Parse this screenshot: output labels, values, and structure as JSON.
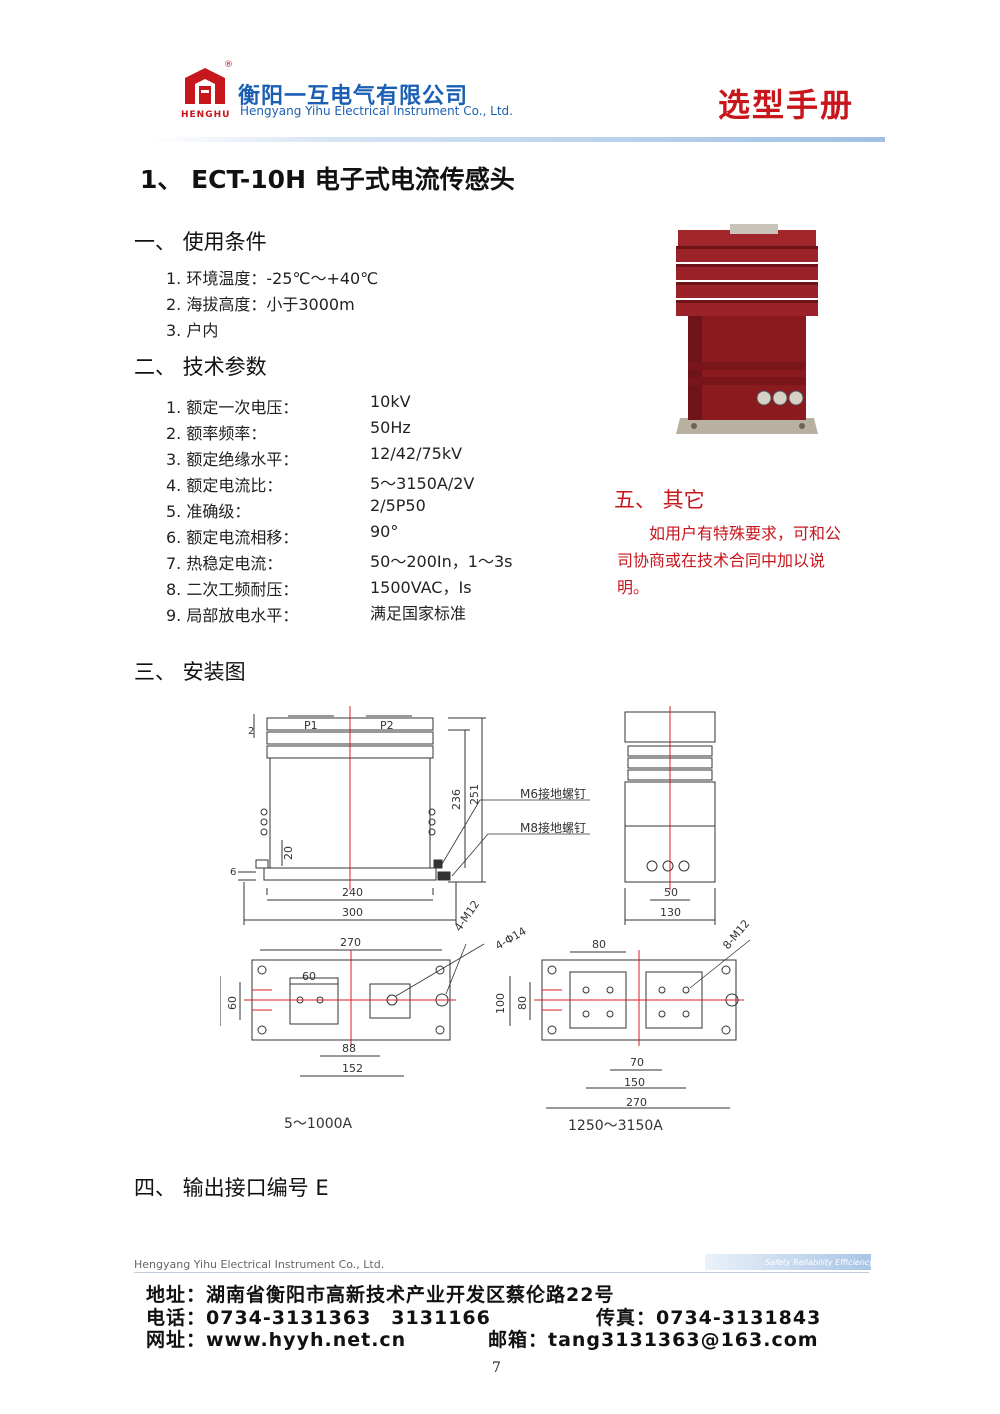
{
  "header": {
    "logo_tag": "HENGHU",
    "reg_mark": "®",
    "company_cn": "衡阳一互电气有限公司",
    "company_en": "Hengyang Yihu Electrical Instrument Co., Ltd.",
    "doc_title": "选型手册"
  },
  "title": "1、 ECT-10H 电子式电流传感头",
  "sec1": {
    "heading": "一、 使用条件",
    "items": [
      "1. 环境温度：-25℃～+40℃",
      "2. 海拔高度：小于3000m",
      "3. 户内"
    ]
  },
  "sec2": {
    "heading": "二、 技术参数",
    "items": [
      {
        "label": "1. 额定一次电压：",
        "value": "10kV"
      },
      {
        "label": "2. 额率频率：",
        "value": "50Hz"
      },
      {
        "label": "3. 额定绝缘水平：",
        "value": "12/42/75kV"
      },
      {
        "label": "4. 额定电流比：",
        "value": "5～3150A/2V"
      },
      {
        "label": "5. 准确级：",
        "value": "2/5P50"
      },
      {
        "label": "6. 额定电流相移：",
        "value": "90°"
      },
      {
        "label": "7. 热稳定电流：",
        "value": "50～200In，1～3s"
      },
      {
        "label": "8. 二次工频耐压：",
        "value": "1500VAC，Is"
      },
      {
        "label": "9. 局部放电水平：",
        "value": "满足国家标准"
      }
    ]
  },
  "sec5": {
    "heading": "五、 其它",
    "text": "如用户有特殊要求，可和公司协商或在技术合同中加以说明。"
  },
  "sec3": {
    "heading": "三、 安装图",
    "drawing": {
      "p1": "P1",
      "p2": "P2",
      "dim_2": "2",
      "dim_236": "236",
      "dim_251": "251",
      "dim_6": "6",
      "dim_20": "20",
      "dim_240": "240",
      "dim_300": "300",
      "dim_50": "50",
      "dim_130": "130",
      "m6": "M6接地螺钉",
      "m8": "M8接地螺钉",
      "dim_270a": "270",
      "dim_60a": "60",
      "dim_100a": "100",
      "dim_60b": "60",
      "dim_88": "88",
      "dim_152": "152",
      "m12_4": "4-M12",
      "phi14": "4-Φ14",
      "dim_80a": "80",
      "dim_100b": "100",
      "dim_80b": "80",
      "m12_8": "8-M12",
      "dim_70": "70",
      "dim_150": "150",
      "dim_270b": "270",
      "caption_left": "5～1000A",
      "caption_right": "1250～3150A"
    }
  },
  "sec4": {
    "heading": "四、 输出接口编号 E"
  },
  "footer": {
    "company": "Hengyang Yihu Electrical Instrument Co., Ltd.",
    "slogan": "Safety  Reliability  Efficiency",
    "address": "地址：湖南省衡阳市高新技术产业开发区蔡伦路22号",
    "phone": "电话：0734-3131363　3131166",
    "fax": "传真：0734-3131843",
    "website": "网址：www.hyyh.net.cn",
    "email": "邮箱：tang3131363@163.com"
  },
  "page_number": "7",
  "colors": {
    "brand_red": "#c8161d",
    "brand_blue": "#1a5fb4",
    "product_red": "#8b1a1f"
  }
}
